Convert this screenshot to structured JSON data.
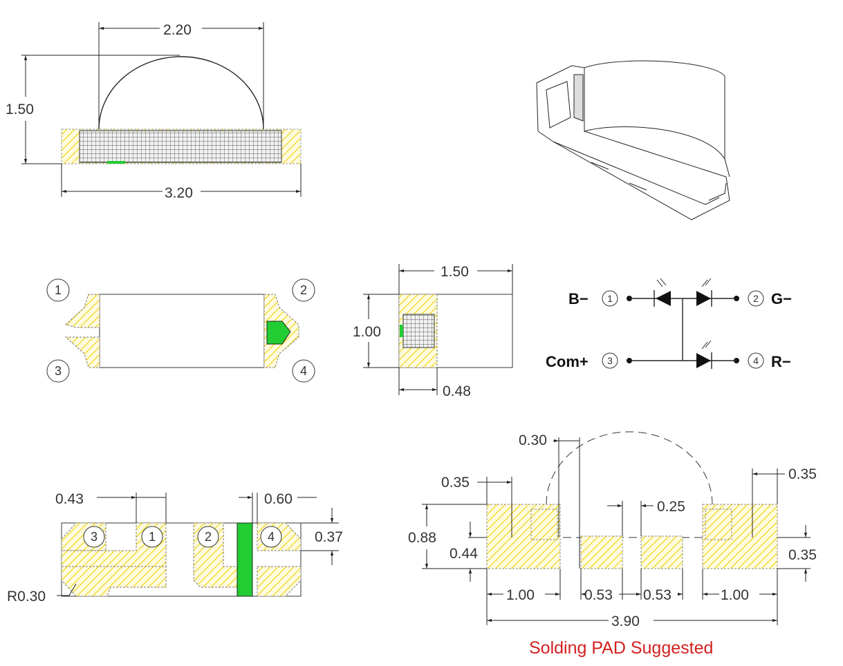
{
  "top_view": {
    "width": "2.20",
    "height": "1.50",
    "total_width": "3.20"
  },
  "side_view": {
    "width": "1.50",
    "height": "1.00",
    "offset": "0.48"
  },
  "pins": {
    "p1": "1",
    "p2": "2",
    "p3": "3",
    "p4": "4"
  },
  "schematic": {
    "b": "B−",
    "g": "G−",
    "com": "Com+",
    "r": "R−",
    "n1": "1",
    "n2": "2",
    "n3": "3",
    "n4": "4"
  },
  "bottom_view": {
    "pad_w": "0.43",
    "gap": "0.60",
    "pad_h": "0.37",
    "radius": "R0.30"
  },
  "pad_layout": {
    "d030": "0.30",
    "d035a": "0.35",
    "d035b": "0.35",
    "d025": "0.25",
    "d088": "0.88",
    "d044": "0.44",
    "d035c": "0.35",
    "d100a": "1.00",
    "d053a": "0.53",
    "d053b": "0.53",
    "d100b": "1.00",
    "d390": "3.90"
  },
  "caption": "Solding PAD Suggested",
  "colors": {
    "hatch": "#f5e64e",
    "green": "#22cc33",
    "caption": "#d42020"
  }
}
